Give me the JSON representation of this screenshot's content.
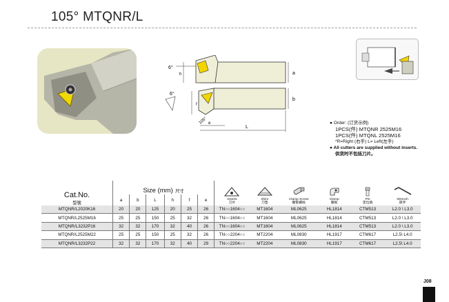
{
  "page": {
    "title": "105° MTQNR/L",
    "page_number": "J08"
  },
  "drawing": {
    "angle_top": "6°",
    "angle_side": "6°",
    "angle_edge": "105°",
    "dim_h": "h",
    "dim_a": "a",
    "dim_f": "f",
    "dim_b": "b",
    "dim_e": "e",
    "dim_L": "L"
  },
  "order": {
    "heading": "Order: (订货示例)",
    "line1_prefix": "1PCS(件)",
    "line1_code": "MTQNR 2525M16",
    "line2_prefix": "1PCS(件)",
    "line2_code": "MTQNL 2525M16",
    "hand_note": "*R=Right (右手)   L= Left(左手)",
    "inserts_note": "All cutters are supplied without inserts.",
    "inserts_note_cn": "供货时不包括刀片。"
  },
  "table": {
    "catno_label": "Cat.No.",
    "catno_cn": "型號",
    "size_label": "Size (mm)",
    "size_cn": "尺寸",
    "size_columns": [
      "a",
      "b",
      "L",
      "h",
      "f",
      "e"
    ],
    "acc_columns": [
      {
        "en": "Inserts",
        "cn": "刀片"
      },
      {
        "en": "Shim",
        "cn": "刀垫"
      },
      {
        "en": "Clamp Screw",
        "cn": "壓緊螺絲"
      },
      {
        "en": "Clamp",
        "cn": "壓板"
      },
      {
        "en": "Pin",
        "cn": "定位銷"
      },
      {
        "en": "Wrench",
        "cn": "扳手"
      }
    ],
    "rows": [
      {
        "catno": "MTQNR/L2020K16",
        "a": "20",
        "b": "20",
        "L": "125",
        "h": "20",
        "f": "25",
        "e": "26",
        "insert": "TN○○1604○○",
        "shim": "MT1604",
        "screw": "ML0625",
        "clamp": "HL1814",
        "pin": "CTM513",
        "wrench": "L2.0 \\ L3.0"
      },
      {
        "catno": "MTQNR/L2525M16",
        "a": "25",
        "b": "25",
        "L": "150",
        "h": "25",
        "f": "32",
        "e": "26",
        "insert": "TN○○1604○○",
        "shim": "MT1604",
        "screw": "ML0625",
        "clamp": "HL1814",
        "pin": "CTM513",
        "wrench": "L2.0 \\ L3.0"
      },
      {
        "catno": "MTQNR/L3232P16",
        "a": "32",
        "b": "32",
        "L": "170",
        "h": "32",
        "f": "40",
        "e": "26",
        "insert": "TN○○1604○○",
        "shim": "MT1604",
        "screw": "ML0625",
        "clamp": "HL1814",
        "pin": "CTM513",
        "wrench": "L2.0 \\ L3.0"
      },
      {
        "catno": "MTQNR/L2525M22",
        "a": "25",
        "b": "25",
        "L": "150",
        "h": "25",
        "f": "32",
        "e": "26",
        "insert": "TN○○2204○○",
        "shim": "MT2204",
        "screw": "ML0830",
        "clamp": "HL1917",
        "pin": "CTM617",
        "wrench": "L2.5\\ L4.0"
      },
      {
        "catno": "MTQNR/L3232P22",
        "a": "32",
        "b": "32",
        "L": "170",
        "h": "32",
        "f": "40",
        "e": "29",
        "insert": "TN○○2204○○",
        "shim": "MT2204",
        "screw": "ML0830",
        "clamp": "HL1917",
        "pin": "CTM617",
        "wrench": "L2.5\\ L4.0"
      }
    ]
  }
}
